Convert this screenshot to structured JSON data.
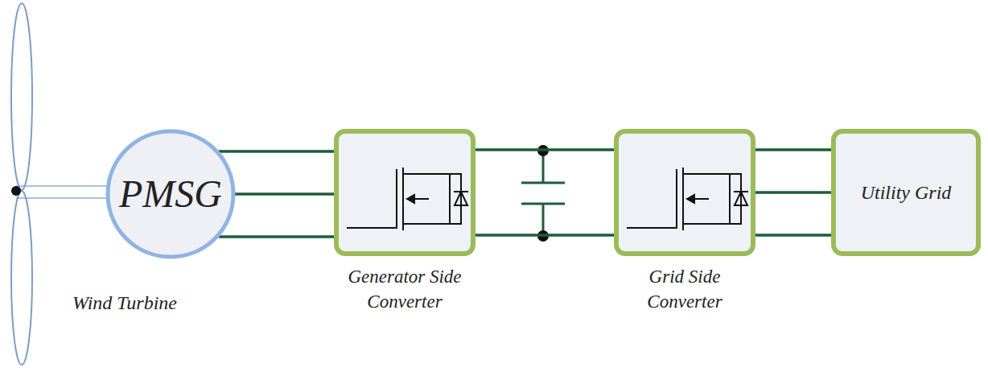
{
  "diagram": {
    "nodes": [
      {
        "text": [
          "PMSG"
        ]
      },
      {
        "text": [
          "Generator Side Converter"
        ]
      },
      {
        "text": [
          "Grid Side Converter"
        ]
      },
      {
        "text": [
          "Utility Grid"
        ]
      }
    ],
    "edges": [
      {
        "from": 0,
        "to": 1,
        "arrow": "none"
      },
      {
        "from": 0,
        "to": 1,
        "arrow": "none"
      },
      {
        "from": 0,
        "to": 1,
        "arrow": "none"
      },
      {
        "from": 1,
        "to": 2,
        "arrow": "none"
      },
      {
        "from": 1,
        "to": 2,
        "arrow": "none"
      },
      {
        "from": 2,
        "to": 3,
        "arrow": "none"
      },
      {
        "from": 2,
        "to": 3,
        "arrow": "none"
      },
      {
        "from": 2,
        "to": 3,
        "arrow": "none"
      }
    ],
    "labels": [
      "Wind Turbine"
    ]
  }
}
